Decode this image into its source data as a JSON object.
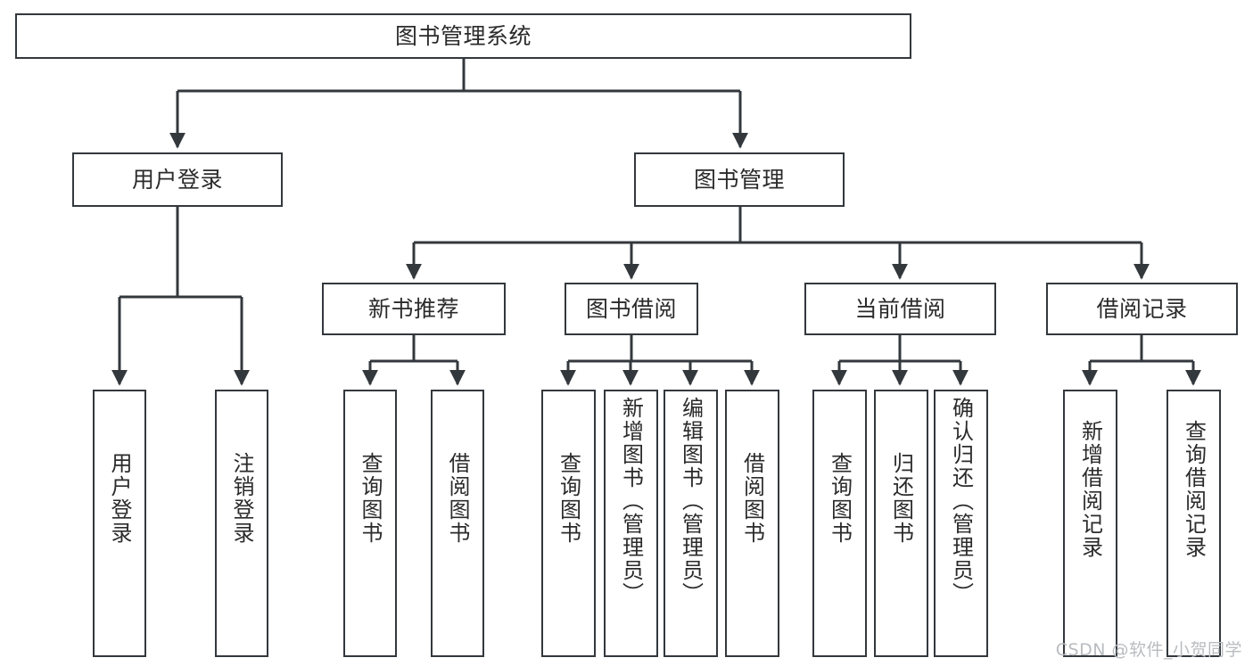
{
  "diagram": {
    "title": "图书管理系统",
    "type": "tree-hierarchy-chart",
    "line_color": "#33383d",
    "box_fill": "#ffffff",
    "text_color": "#2b2b2b",
    "watermark": "CSDN @软件_小贺同学"
  },
  "root": {
    "label": "图书管理系统"
  },
  "level2": [
    {
      "label": "用户登录"
    },
    {
      "label": "图书管理"
    }
  ],
  "level3": [
    {
      "label": "新书推荐"
    },
    {
      "label": "图书借阅"
    },
    {
      "label": "当前借阅"
    },
    {
      "label": "借阅记录"
    }
  ],
  "leaves": {
    "user_login": [
      {
        "label": "用户登录"
      },
      {
        "label": "注销登录"
      }
    ],
    "new_book_recommend": [
      {
        "label": "查询图书"
      },
      {
        "label": "借阅图书"
      }
    ],
    "book_borrow": [
      {
        "label": "查询图书"
      },
      {
        "label": "新增图书（管理员）"
      },
      {
        "label": "编辑图书（管理员）"
      },
      {
        "label": "借阅图书"
      }
    ],
    "current_borrow": [
      {
        "label": "查询图书"
      },
      {
        "label": "归还图书"
      },
      {
        "label": "确认归还（管理员）"
      }
    ],
    "borrow_record": [
      {
        "label": "新增借阅记录"
      },
      {
        "label": "查询借阅记录"
      }
    ]
  }
}
